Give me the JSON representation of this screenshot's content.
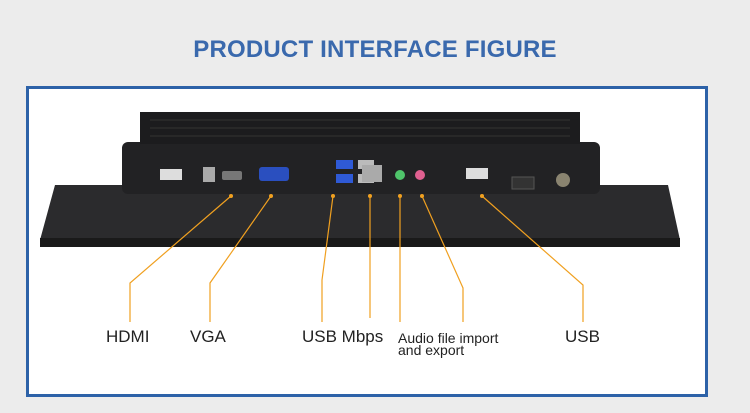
{
  "title": "PRODUCT INTERFACE FIGURE",
  "labels": {
    "hdmi": "HDMI",
    "vga": "VGA",
    "usb_mbps": "USB Mbps",
    "audio_line1": "Audio file import",
    "audio_line2": "and export",
    "usb": "USB"
  },
  "colors": {
    "accent": "#2d62a8",
    "title": "#3a69ad",
    "callout": "#f0a020"
  }
}
